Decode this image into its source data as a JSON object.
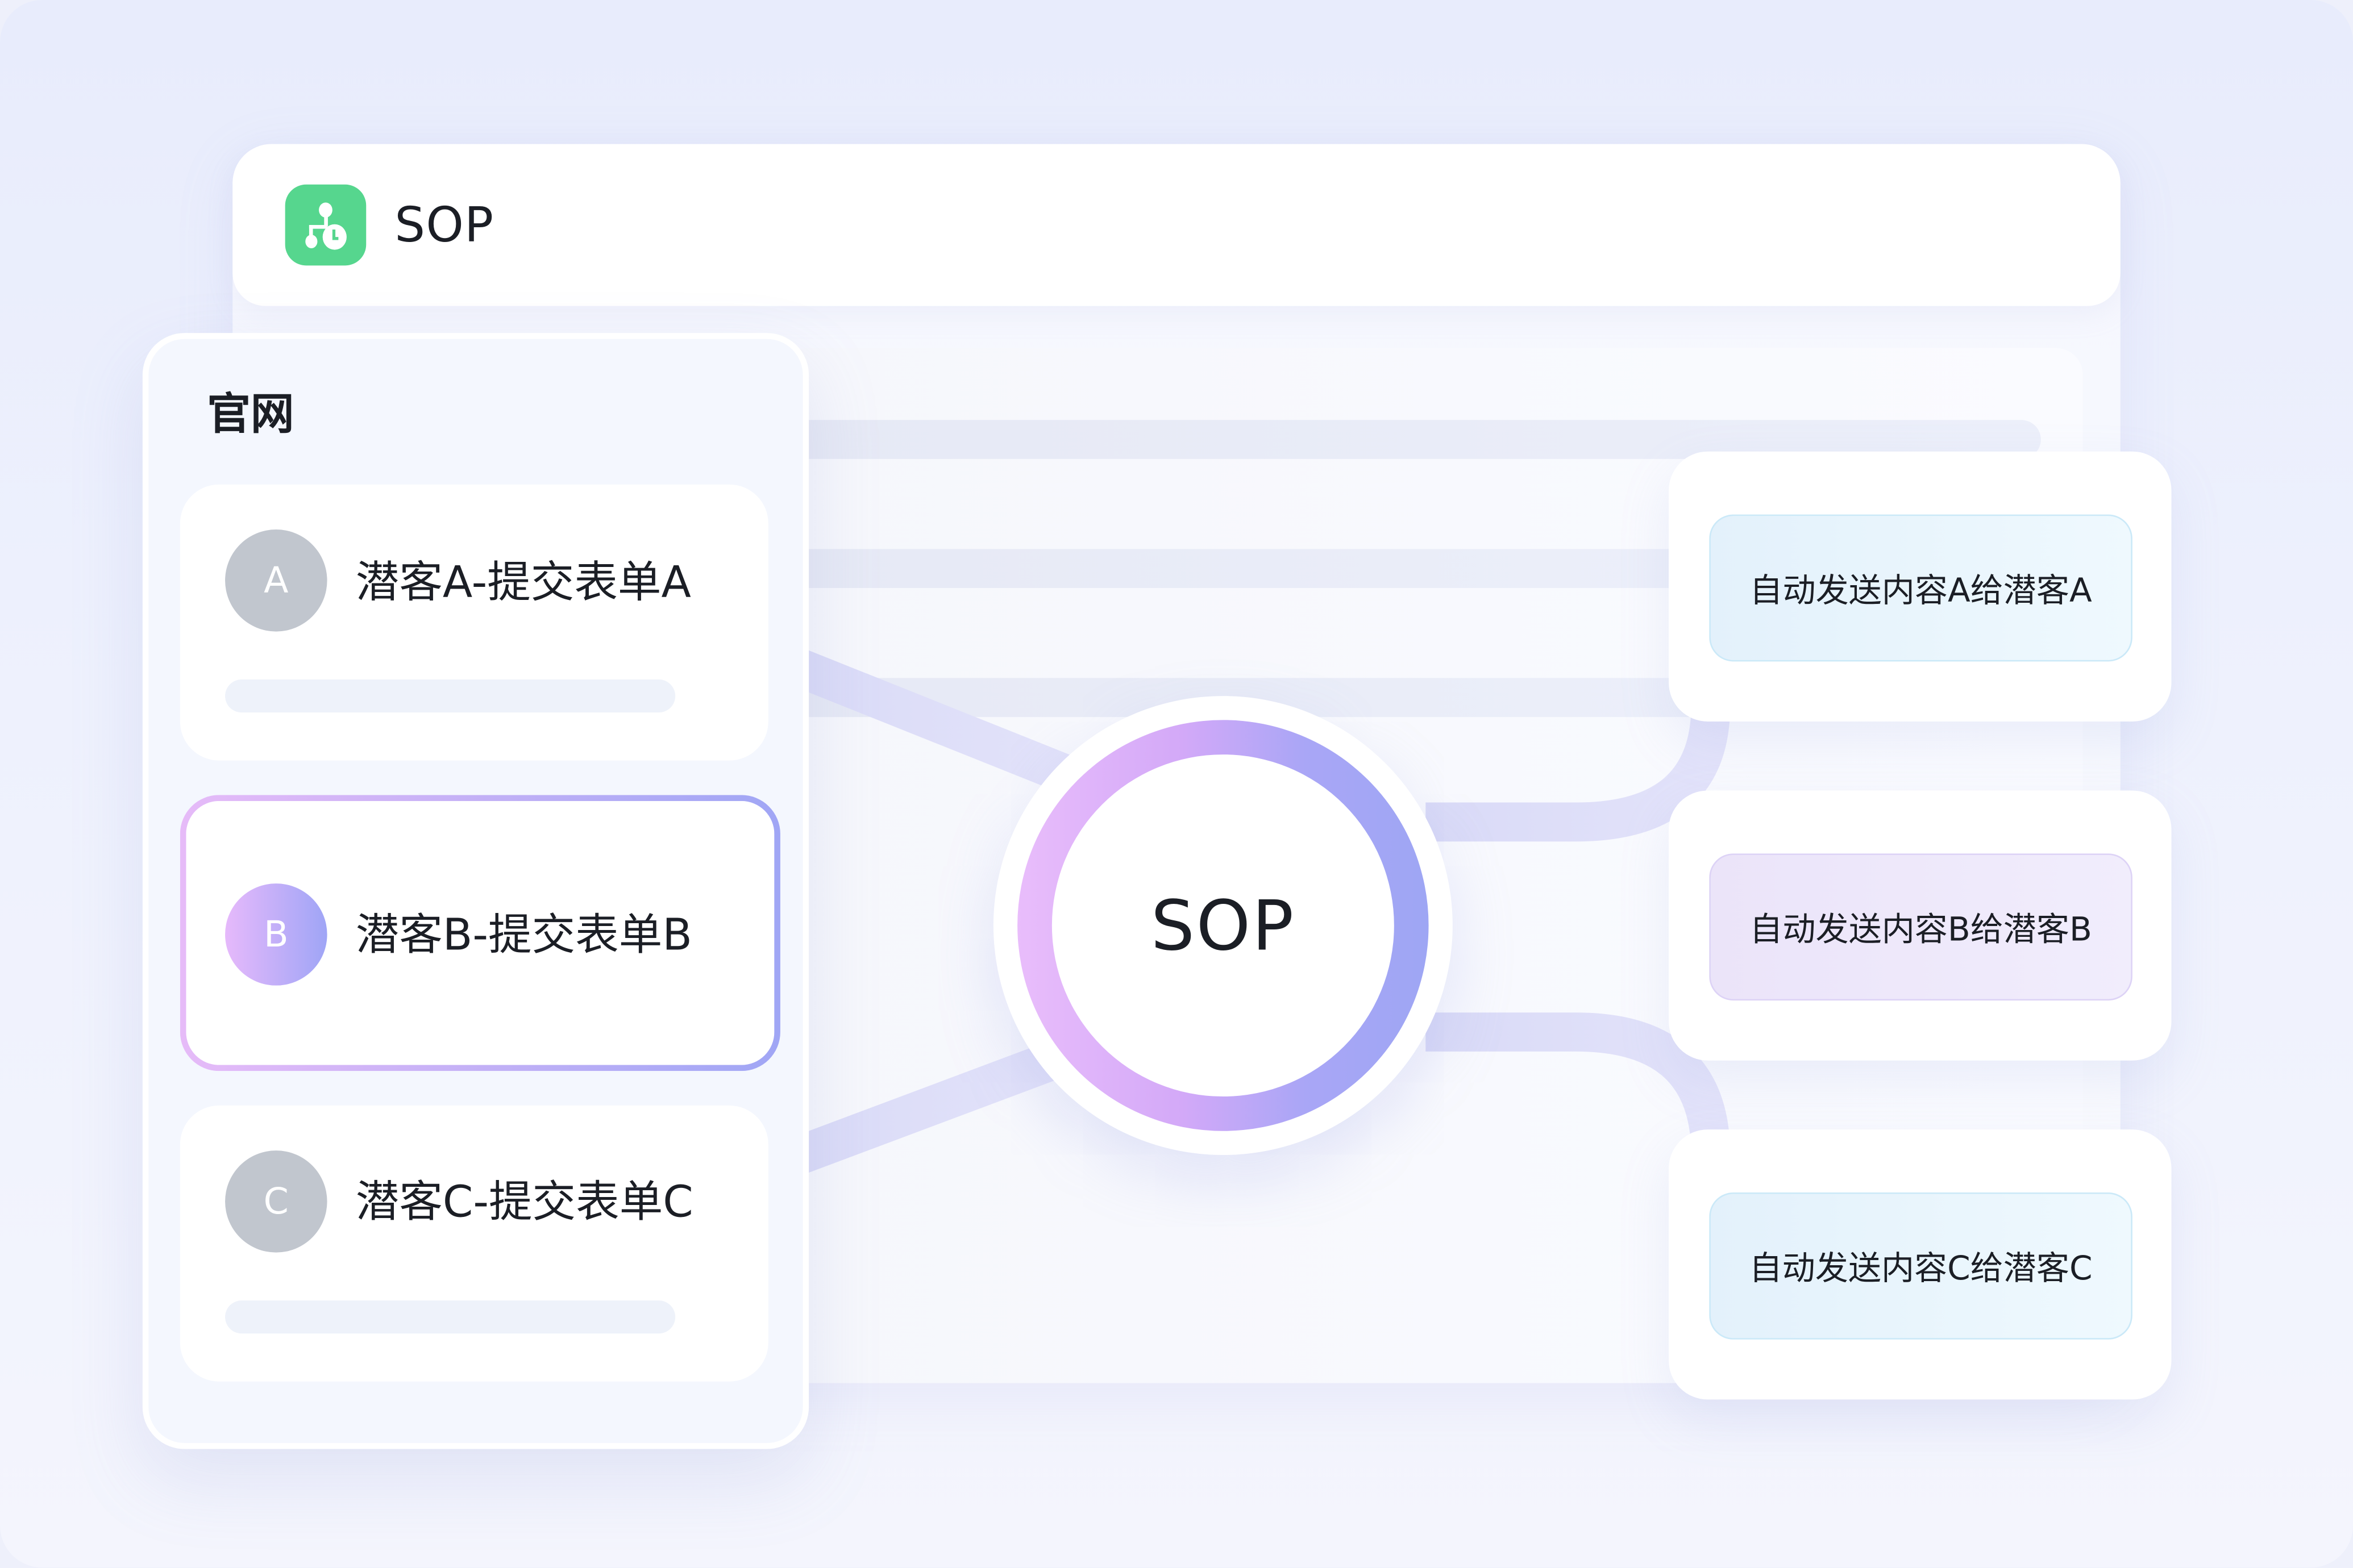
{
  "app": {
    "title": "SOP",
    "icon": "workflow-clock-icon",
    "icon_color": "#56d68e"
  },
  "source_panel": {
    "title": "官网",
    "leads": [
      {
        "avatar": "A",
        "label": "潜客A-提交表单A",
        "selected": false,
        "avatar_color": "#c1c6ce"
      },
      {
        "avatar": "B",
        "label": "潜客B-提交表单B",
        "selected": true,
        "avatar_gradient": [
          "#e6b9fb",
          "#9fa5f6"
        ]
      },
      {
        "avatar": "C",
        "label": "潜客C-提交表单C",
        "selected": false,
        "avatar_color": "#c1c6ce"
      }
    ]
  },
  "hub": {
    "label": "SOP",
    "ring_gradient": [
      "#e9bdfb",
      "#9ea6f4"
    ]
  },
  "actions": [
    {
      "label": "自动发送内容A给潜客A",
      "style": "blue"
    },
    {
      "label": "自动发送内容B给潜客B",
      "style": "purple"
    },
    {
      "label": "自动发送内容C给潜客C",
      "style": "blue"
    }
  ],
  "colors": {
    "background": "#e8ecfc",
    "flow_line": "#dcdcf8",
    "text": "#1b1e25"
  }
}
